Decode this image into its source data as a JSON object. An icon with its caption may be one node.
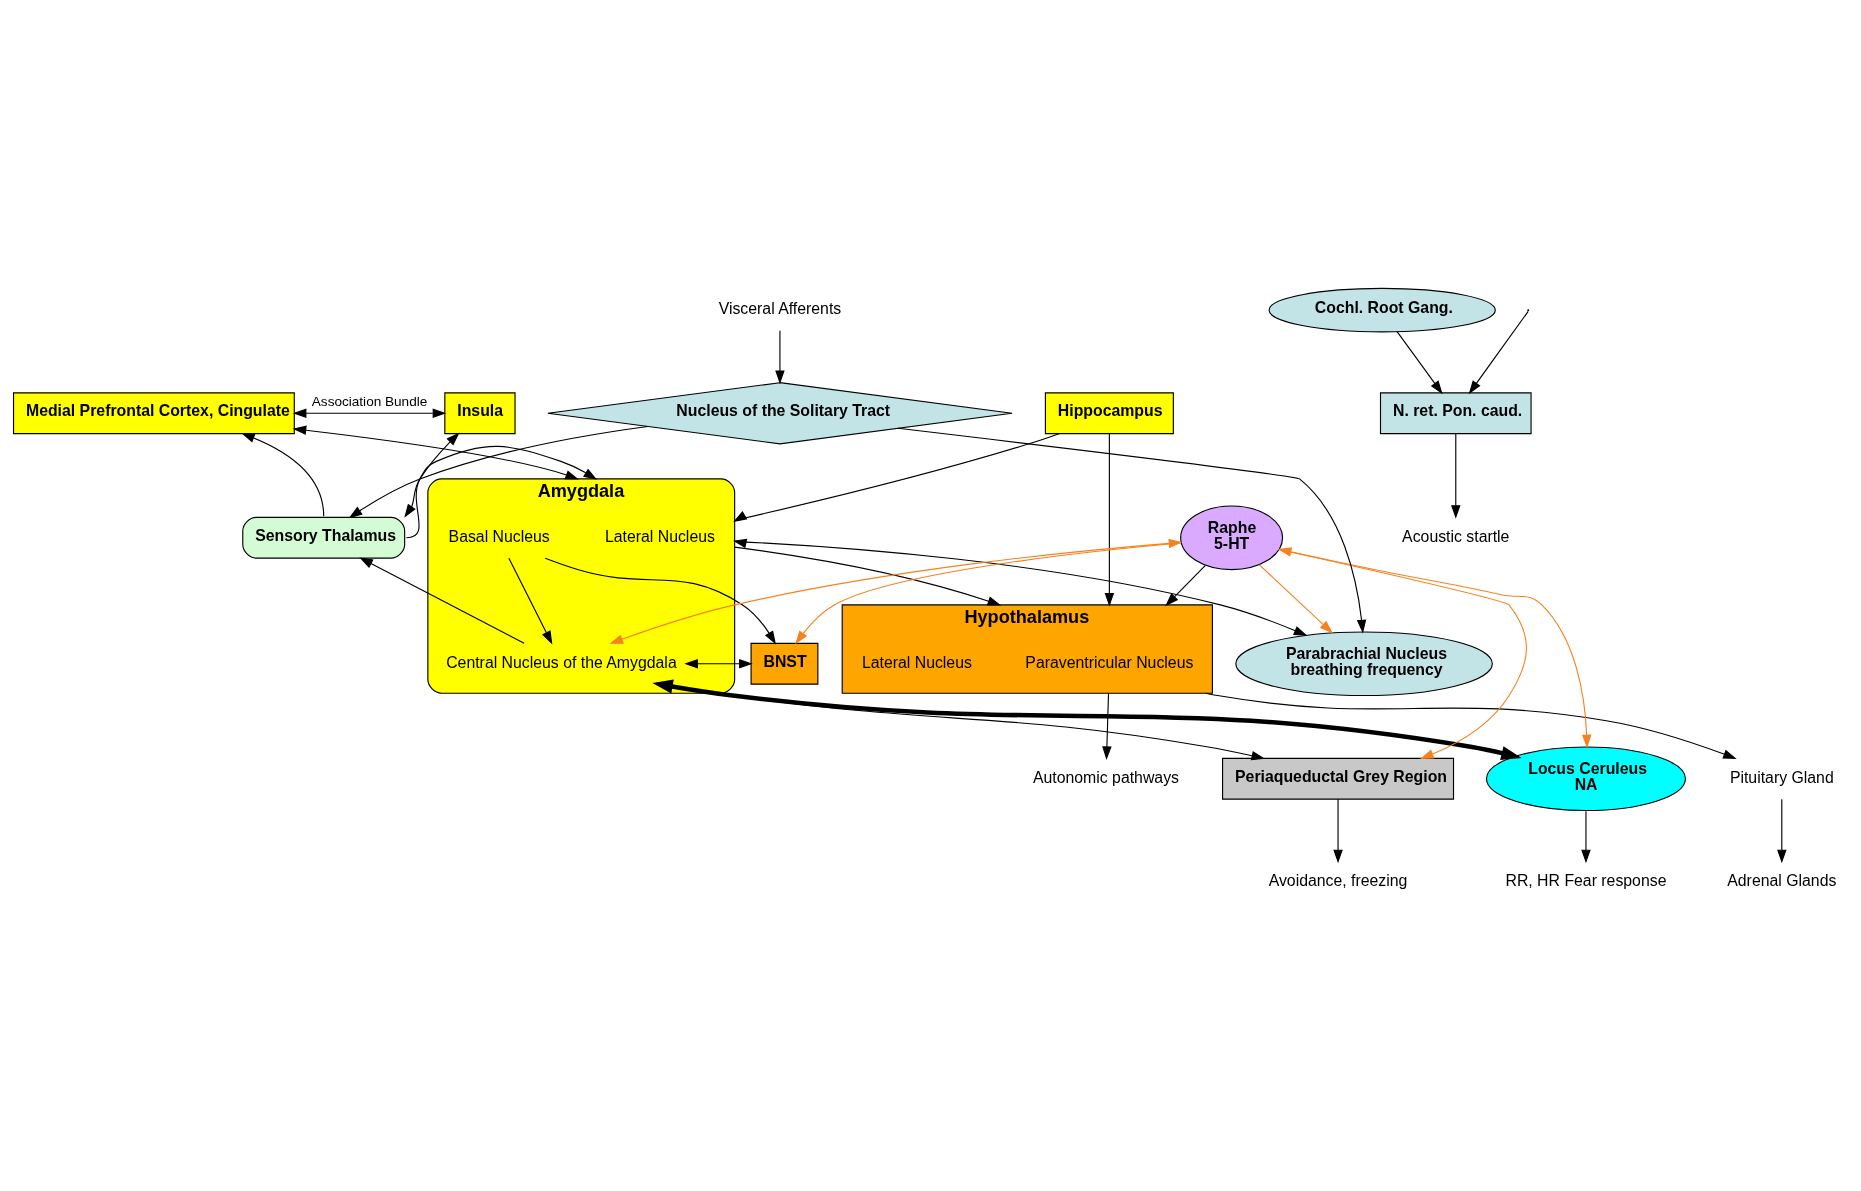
{
  "diagram": {
    "nodes": [
      {
        "text": [
          "Medial Prefrontal Cortex, Cingulate"
        ]
      },
      {
        "text": [
          "Insula"
        ]
      },
      {
        "text": [
          "Hippocampus"
        ]
      },
      {
        "text": [
          "Amygdala"
        ]
      },
      {
        "text": [
          "Lateral Nucleus"
        ],
        "in": 3
      },
      {
        "text": [
          "Basal Nucleus"
        ],
        "in": 3
      },
      {
        "text": [
          "Central Nucleus of the Amygdala"
        ],
        "in": 3
      },
      {
        "text": [
          "Sensory Thalamus"
        ]
      },
      {
        "text": [
          "Hypothalamus"
        ]
      },
      {
        "text": [
          "Paraventricular Nucleus"
        ],
        "in": 8
      },
      {
        "text": [
          "Lateral Nucleus"
        ],
        "in": 8
      },
      {
        "text": [
          "BNST"
        ]
      },
      {
        "text": [
          "Raphe",
          "5-HT"
        ]
      },
      {
        "text": [
          "Parabrachial Nucleus",
          "breathing frequency"
        ]
      },
      {
        "text": [
          "Locus Ceruleus",
          "NA"
        ]
      },
      {
        "text": [
          "Nucleus of the Solitary Tract"
        ]
      },
      {
        "text": [
          "N. ret. Pon. caud."
        ]
      },
      {
        "text": [
          "Periaqueductal Grey Region"
        ]
      },
      {
        "text": [
          "Cochl. Root Gang."
        ]
      },
      {
        "text": [
          "Pituitary Gland"
        ]
      },
      {
        "text": [
          "Adrenal Glands"
        ]
      },
      {
        "text": [
          "Autonomic pathways"
        ]
      },
      {
        "text": [
          "RR, HR Fear response"
        ]
      },
      {
        "text": [
          "Avoidance, freezing"
        ]
      },
      {
        "text": [
          "Acoustic startle"
        ]
      },
      {
        "text": [
          "Visceral Afferents"
        ]
      }
    ],
    "edges": [
      {
        "from": 0,
        "to": 1,
        "arrow": "both",
        "label": "Association Bundle"
      },
      {
        "from": 0,
        "to": 3,
        "arrow": "both"
      },
      {
        "from": 7,
        "to": 0,
        "arrow": "to"
      },
      {
        "from": 1,
        "to": 7,
        "arrow": "both"
      },
      {
        "from": 7,
        "to": 3,
        "arrow": "to"
      },
      {
        "from": 2,
        "to": 3,
        "arrow": "to"
      },
      {
        "from": 2,
        "to": 8,
        "arrow": "to"
      },
      {
        "from": 5,
        "to": 6,
        "arrow": "to"
      },
      {
        "from": 6,
        "to": 7,
        "arrow": "to"
      },
      {
        "from": 6,
        "to": 17,
        "arrow": "to"
      },
      {
        "from": 5,
        "to": 11,
        "arrow": "to"
      },
      {
        "from": 3,
        "to": 8,
        "arrow": "to"
      },
      {
        "from": 11,
        "to": 6,
        "arrow": "both"
      },
      {
        "from": 6,
        "to": 14,
        "arrow": "both",
        "style": "thick"
      },
      {
        "from": 6,
        "to": 12,
        "arrow": "both",
        "color": "#f5821f"
      },
      {
        "from": 3,
        "to": 13,
        "arrow": "both"
      },
      {
        "from": 12,
        "to": 8,
        "arrow": "to"
      },
      {
        "from": 12,
        "to": 11,
        "arrow": "to",
        "color": "#f5821f"
      },
      {
        "from": 12,
        "to": 13,
        "arrow": "to",
        "color": "#f5821f"
      },
      {
        "from": 12,
        "to": 14,
        "arrow": "both",
        "color": "#f5821f"
      },
      {
        "from": 12,
        "to": 17,
        "arrow": "to",
        "color": "#f5821f"
      },
      {
        "from": 8,
        "to": 19,
        "arrow": "to"
      },
      {
        "from": 8,
        "to": 21,
        "arrow": "to"
      },
      {
        "from": 19,
        "to": 20,
        "arrow": "to"
      },
      {
        "from": 14,
        "to": 22,
        "arrow": "to"
      },
      {
        "from": 17,
        "to": 23,
        "arrow": "to"
      },
      {
        "from": 16,
        "to": 24,
        "arrow": "to"
      },
      {
        "from": 18,
        "to": 16,
        "arrow": "to"
      },
      {
        "from": 25,
        "to": 15,
        "arrow": "to"
      },
      {
        "from": 15,
        "to": 7,
        "arrow": "to"
      },
      {
        "from": 15,
        "to": 13,
        "arrow": "to"
      },
      {
        "from": null,
        "to": 16,
        "arrow": "to"
      }
    ]
  }
}
